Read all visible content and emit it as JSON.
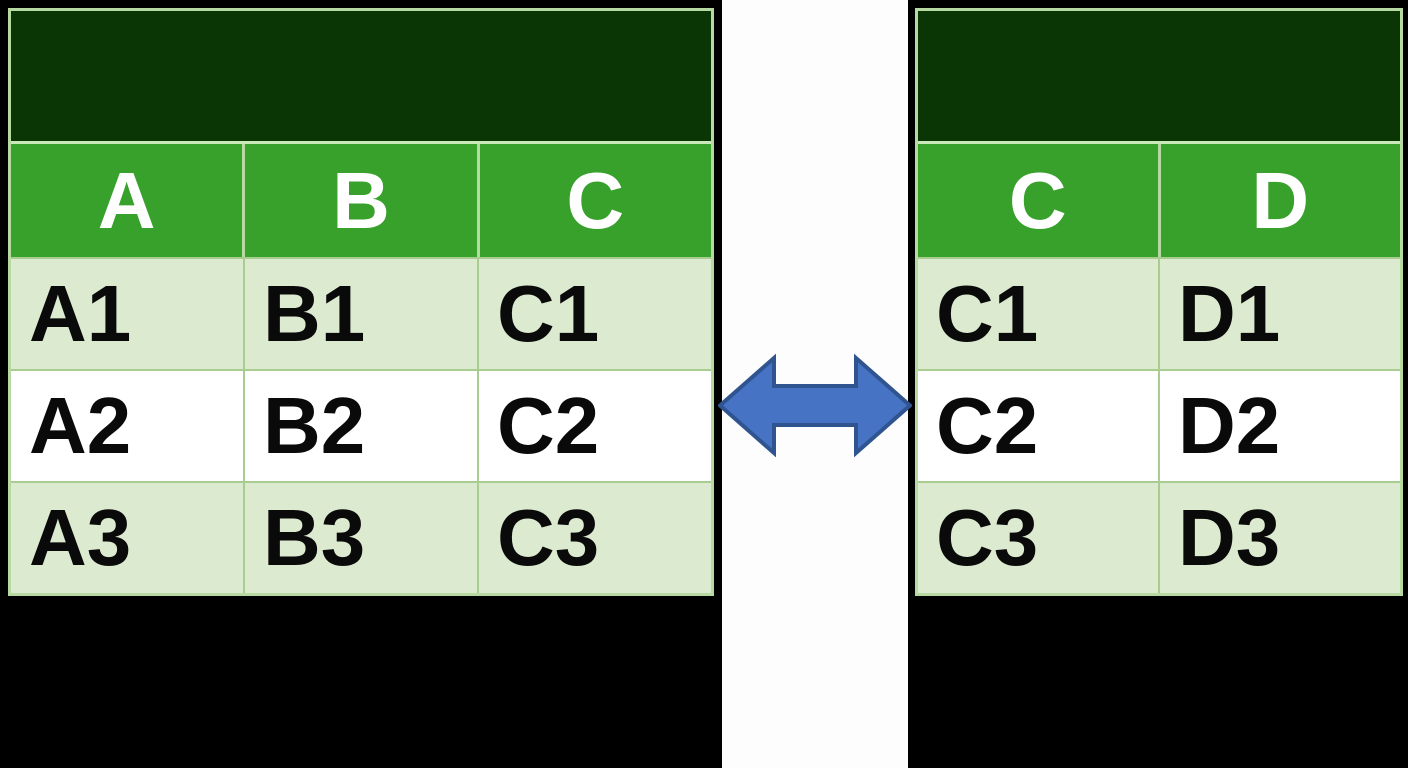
{
  "left_table": {
    "columns": [
      "A",
      "B",
      "C"
    ],
    "rows": [
      [
        "A1",
        "B1",
        "C1"
      ],
      [
        "A2",
        "B2",
        "C2"
      ],
      [
        "A3",
        "B3",
        "C3"
      ]
    ]
  },
  "right_table": {
    "columns": [
      "C",
      "D"
    ],
    "rows": [
      [
        "C1",
        "D1"
      ],
      [
        "C2",
        "D2"
      ],
      [
        "C3",
        "D3"
      ]
    ]
  },
  "arrow": {
    "type": "double-headed-horizontal"
  },
  "colors": {
    "background": "#000000",
    "strip": "#fdfdfd",
    "dark_band": "#093604",
    "header_green": "#38a12c",
    "header_text": "#ffffff",
    "row_alt": "#dcead0",
    "row_white": "#ffffff",
    "cell_text": "#0a0a0a",
    "table_border": "#b7d9a2",
    "header_divider": "#b7d9a2",
    "band_separator": "#cbe8b8",
    "divider": "#a9cc90",
    "arrow_fill": "#4773c5",
    "arrow_stroke": "#2f548f"
  }
}
